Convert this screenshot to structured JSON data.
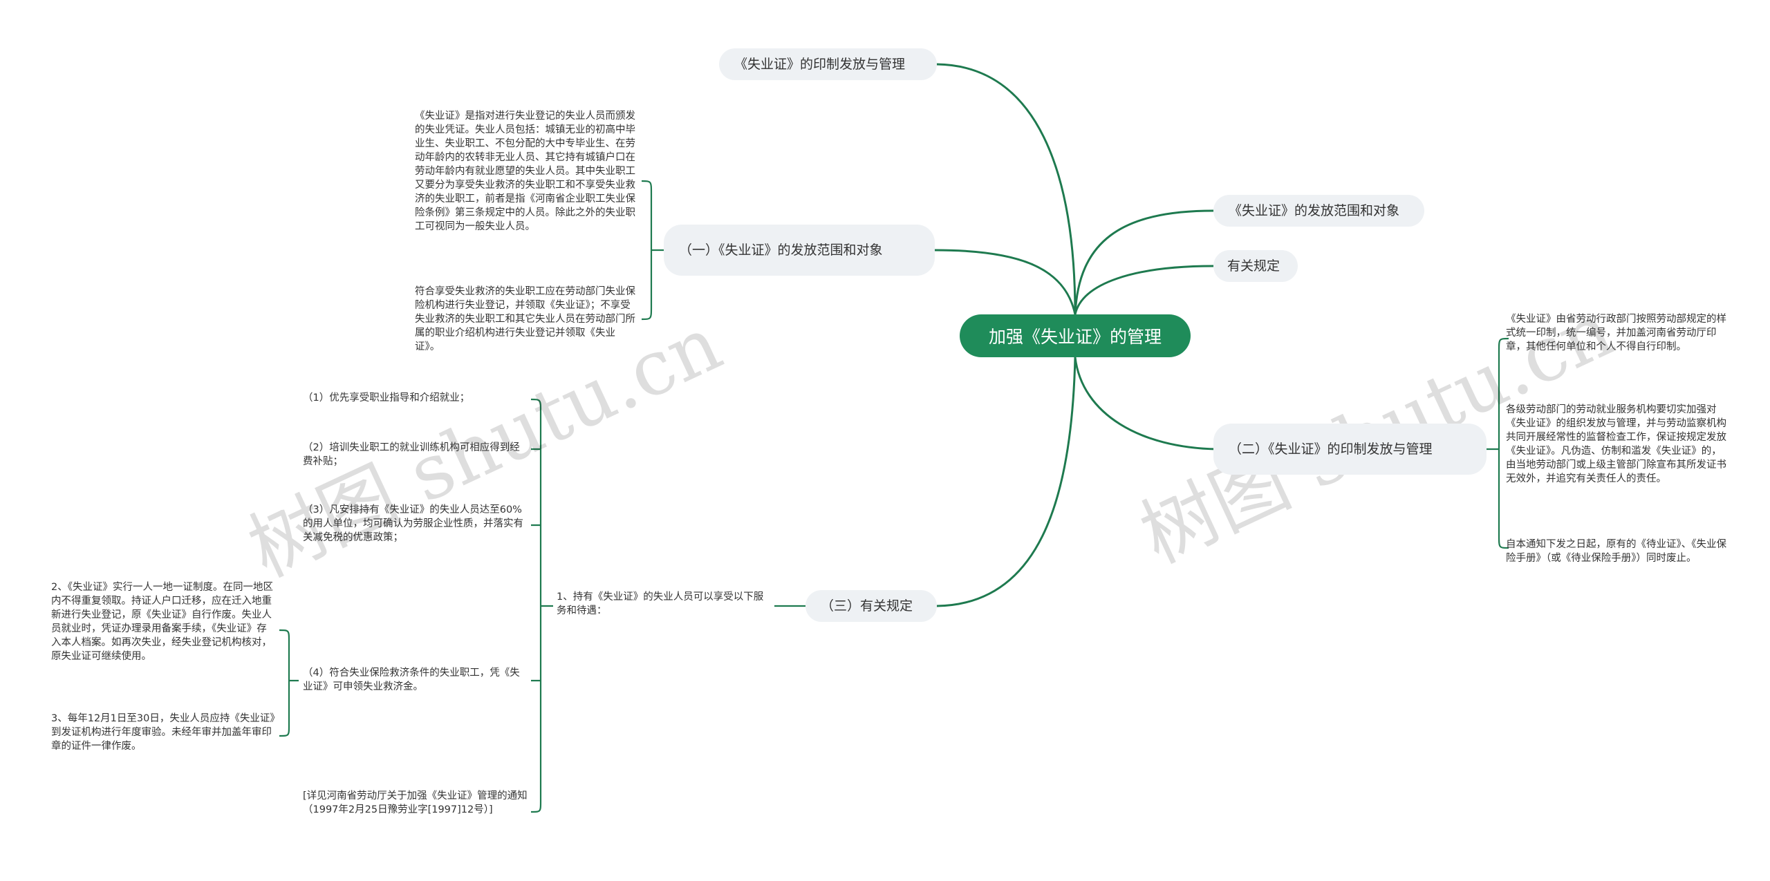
{
  "root": "加强《失业证》的管理",
  "branches": {
    "top": "《失业证》的印制发放与管理",
    "right_scope": "《失业证》的发放范围和对象",
    "right_rules": "有关规定",
    "left_scope": "（一）《失业证》的发放范围和对象",
    "right_print": "（二）《失业证》的印制发放与管理",
    "left_rules": "（三）有关规定"
  },
  "left_scope_leaves": [
    "《失业证》是指对进行失业登记的失业人员而颁发的失业凭证。失业人员包括：城镇无业的初高中毕业生、失业职工、不包分配的大中专毕业生、在劳动年龄内的农转非无业人员、其它持有城镇户口在劳动年龄内有就业愿望的失业人员。其中失业职工又要分为享受失业救济的失业职工和不享受失业救济的失业职工，前者是指《河南省企业职工失业保险条例》第三条规定中的人员。除此之外的失业职工可视同为一般失业人员。",
    "符合享受失业救济的失业职工应在劳动部门失业保险机构进行失业登记，并领取《失业证》；不享受失业救济的失业职工和其它失业人员在劳动部门所属的职业介绍机构进行失业登记并领取《失业证》。"
  ],
  "right_print_leaves": [
    "《失业证》由省劳动行政部门按照劳动部规定的样式统一印制，统一编号，并加盖河南省劳动厅印章，其他任何单位和个人不得自行印制。",
    "各级劳动部门的劳动就业服务机构要切实加强对《失业证》的组织发放与管理，并与劳动监察机构共同开展经常性的监督检查工作，保证按规定发放《失业证》。凡伪造、仿制和滥发《失业证》的，由当地劳动部门或上级主管部门除宣布其所发证书无效外，并追究有关责任人的责任。",
    "自本通知下发之日起，原有的《待业证》、《失业保险手册》（或《待业保险手册》）同时废止。"
  ],
  "left_rules_mid": "1、持有《失业证》的失业人员可以享受以下服务和待遇：",
  "left_rules_leaves": [
    "（1）优先享受职业指导和介绍就业；",
    "（2）培训失业职工的就业训练机构可相应得到经费补贴；",
    "（3）凡安排持有《失业证》的失业人员达至60%的用人单位，均可确认为劳服企业性质，并落实有关减免税的优惠政策；",
    "（4）符合失业保险救济条件的失业职工，凭《失业证》可申领失业救济金。",
    "[详见河南省劳动厅关于加强《失业证》管理的通知（1997年2月25日豫劳业字[1997]12号）]"
  ],
  "left_far_leaves": [
    "2、《失业证》实行一人一地一证制度。在同一地区内不得重复领取。持证人户口迁移，应在迁入地重新进行失业登记，原《失业证》自行作废。失业人员就业时，凭证办理录用备案手续，《失业证》存入本人档案。如再次失业，经失业登记机构核对，原失业证可继续使用。",
    "3、每年12月1日至30日，失业人员应持《失业证》到发证机构进行年度审验。未经年审并加盖年审印章的证件一律作废。"
  ],
  "watermarks": [
    "树图 shutu.cn",
    "树图 shutu.cn"
  ],
  "colors": {
    "edge": "#1e7a4f",
    "root_bg": "#1f8c5a",
    "pill_bg": "#eef1f4"
  }
}
